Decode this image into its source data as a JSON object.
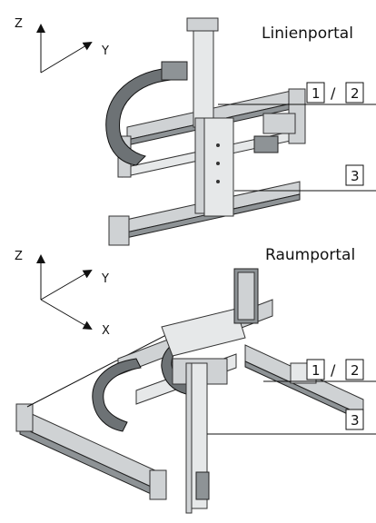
{
  "diagrams": [
    {
      "title": "Linienportal",
      "axes": {
        "z": "Z",
        "y": "Y"
      },
      "callouts": [
        {
          "a": "1",
          "separator": "/",
          "b": "2"
        },
        {
          "a": "3"
        }
      ]
    },
    {
      "title": "Raumportal",
      "axes": {
        "z": "Z",
        "y": "Y",
        "x": "X"
      },
      "callouts": [
        {
          "a": "1",
          "separator": "/",
          "b": "2"
        },
        {
          "a": "3"
        }
      ]
    }
  ],
  "colors": {
    "line": "#111111",
    "metal": "#cfd2d4",
    "dark": "#8e9396"
  }
}
